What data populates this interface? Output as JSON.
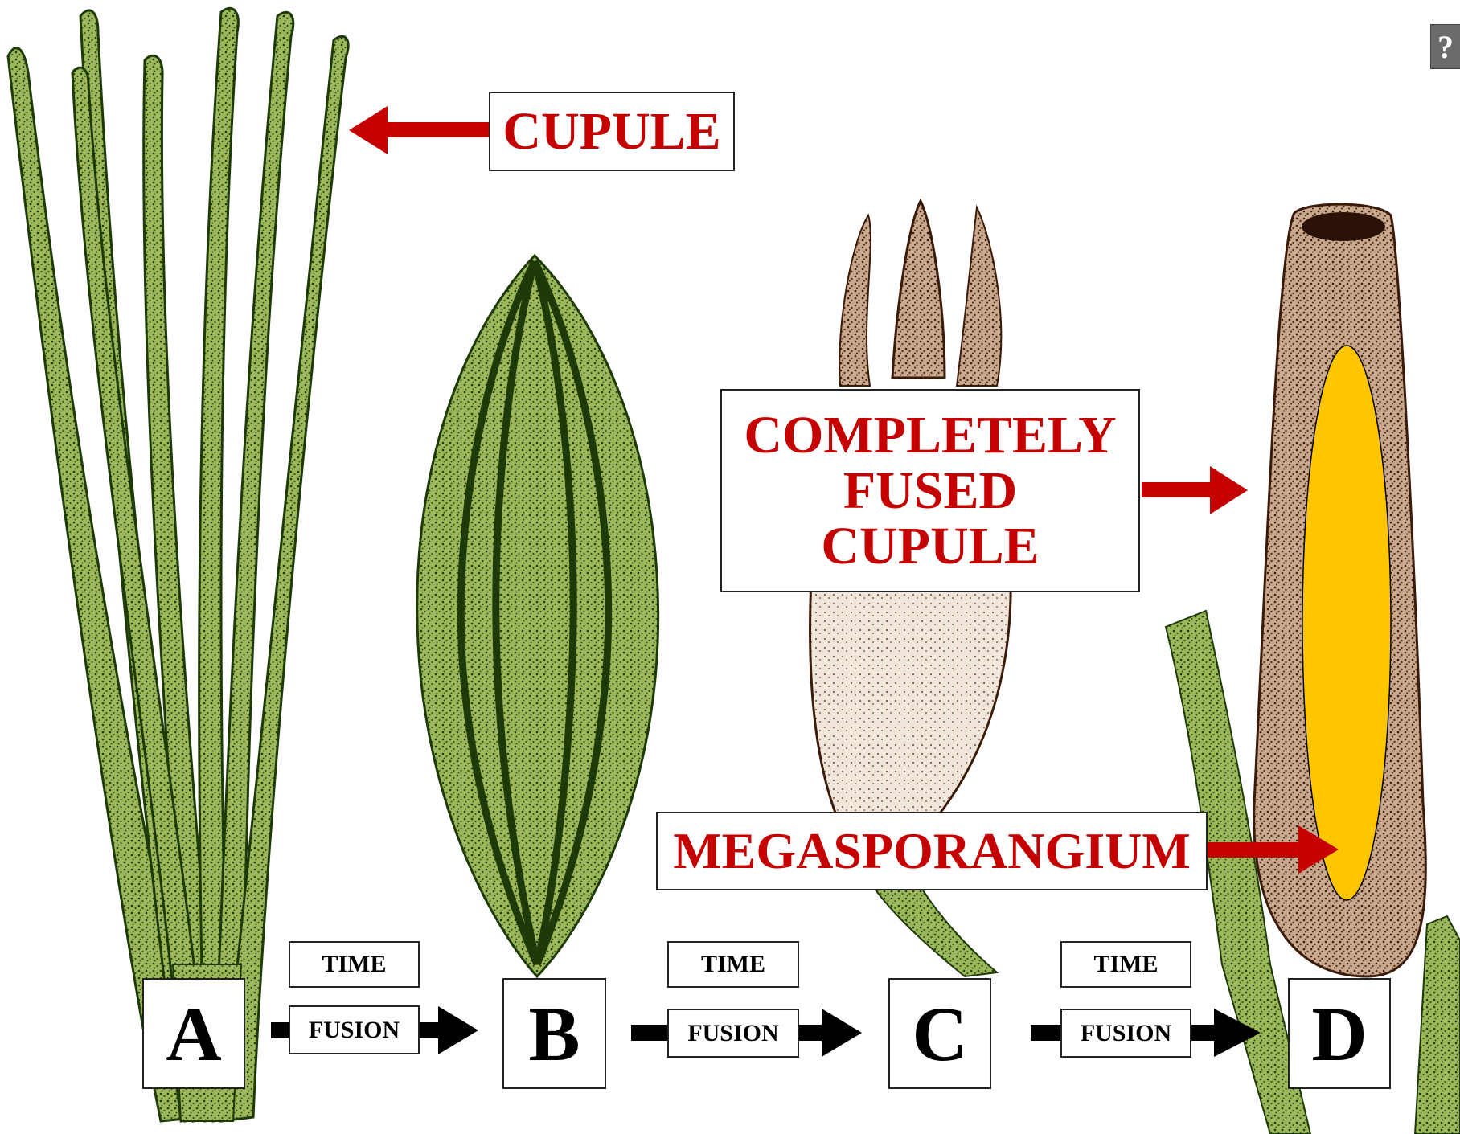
{
  "labels": {
    "cupule": "CUPULE",
    "fused_cupule": [
      "COMPLETELY",
      "FUSED",
      "CUPULE"
    ],
    "megasporangium": "MEGASPORANGIUM"
  },
  "stages": [
    "A",
    "B",
    "C",
    "D"
  ],
  "transitions": [
    {
      "time": "TIME",
      "process": "FUSION"
    },
    {
      "time": "TIME",
      "process": "FUSION"
    },
    {
      "time": "TIME",
      "process": "FUSION"
    }
  ],
  "help_button": "?",
  "colors": {
    "label_red": "#c40000",
    "arrow_red": "#c40000",
    "flow_arrow": "#000000",
    "green_tissue": "#6f8f2e",
    "green_dark": "#1e3a08",
    "brown_tissue": "#8a5a3a",
    "brown_dark": "#3a1a08",
    "megasporangium_fill": "#ffc600"
  }
}
